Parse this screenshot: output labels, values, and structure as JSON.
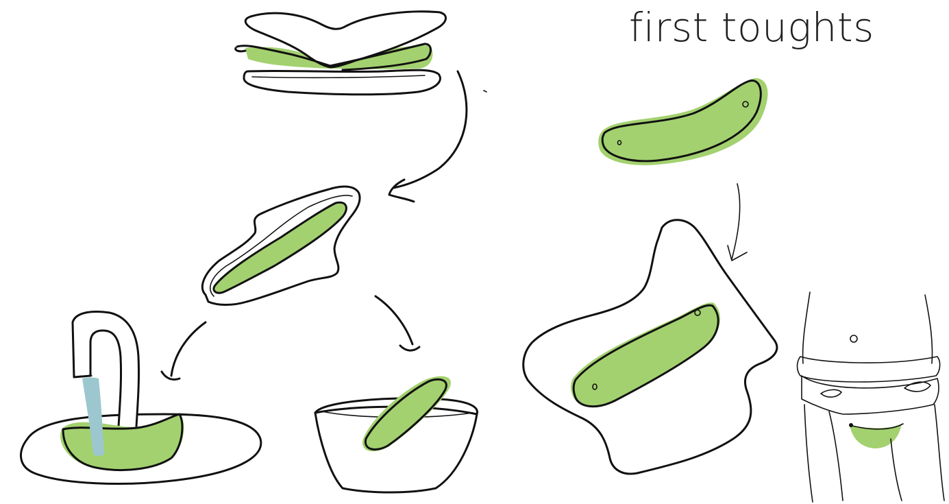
{
  "title": "first toughts",
  "colors": {
    "pad_green": "#a3d16f",
    "pad_green_dark": "#9fcb68",
    "water_blue": "#9cc7cf",
    "ink": "#111111",
    "paper": "#ffffff"
  },
  "illustrations": [
    {
      "name": "folded-pad",
      "icon": "folded-pad-icon"
    },
    {
      "name": "open-pad-with-liner",
      "icon": "open-pad-icon"
    },
    {
      "name": "washing-under-tap",
      "icon": "tap-sink-icon"
    },
    {
      "name": "soaking-in-bowl",
      "icon": "bowl-icon"
    },
    {
      "name": "liner-insert",
      "icon": "liner-icon"
    },
    {
      "name": "pad-on-underwear-shape",
      "icon": "underwear-pad-icon"
    },
    {
      "name": "worn-on-body",
      "icon": "body-underwear-icon"
    }
  ]
}
